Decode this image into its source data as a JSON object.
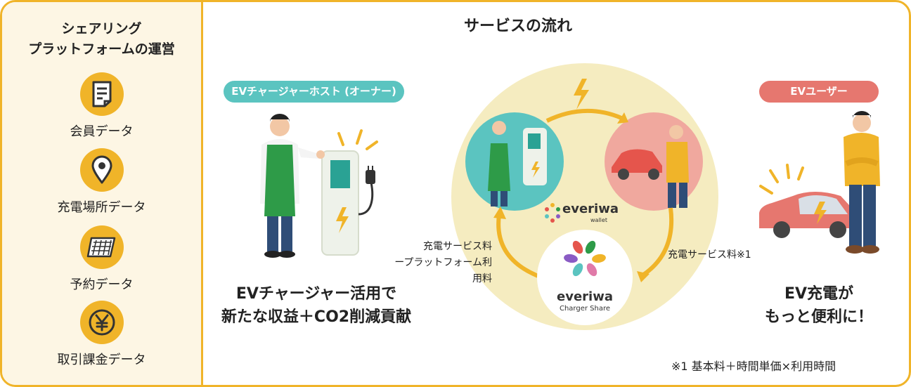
{
  "sidebar": {
    "title_line1": "シェアリング",
    "title_line2": "プラットフォームの運営",
    "items": [
      {
        "label": "会員データ",
        "icon": "document-icon"
      },
      {
        "label": "充電場所データ",
        "icon": "location-pin-icon"
      },
      {
        "label": "予約データ",
        "icon": "calendar-icon"
      },
      {
        "label": "取引課金データ",
        "icon": "yen-icon"
      }
    ]
  },
  "main": {
    "title": "サービスの流れ",
    "host": {
      "pill": "EVチャージャーホスト (オーナー)",
      "caption_line1": "EVチャージャー活用で",
      "caption_line2": "新たな収益＋CO2削減貢献"
    },
    "user": {
      "pill": "EVユーザー",
      "caption_line1": "EV充電が",
      "caption_line2": "もっと便利に！"
    },
    "flow": {
      "to_host_line1": "充電サービス料",
      "to_host_line2": "ープラットフォーム利用料",
      "from_user": "充電サービス料※1"
    },
    "logos": {
      "wallet_name": "everiwa",
      "wallet_sub": "wallet",
      "share_name": "everiwa",
      "share_sub": "Charger Share"
    },
    "footnote": "※1 基本料＋時間単価×利用時間"
  },
  "colors": {
    "accent": "#f0b429",
    "teal": "#5bc4c0",
    "coral": "#e6776f",
    "cream": "#f5ecc0",
    "green": "#2e9b48"
  }
}
